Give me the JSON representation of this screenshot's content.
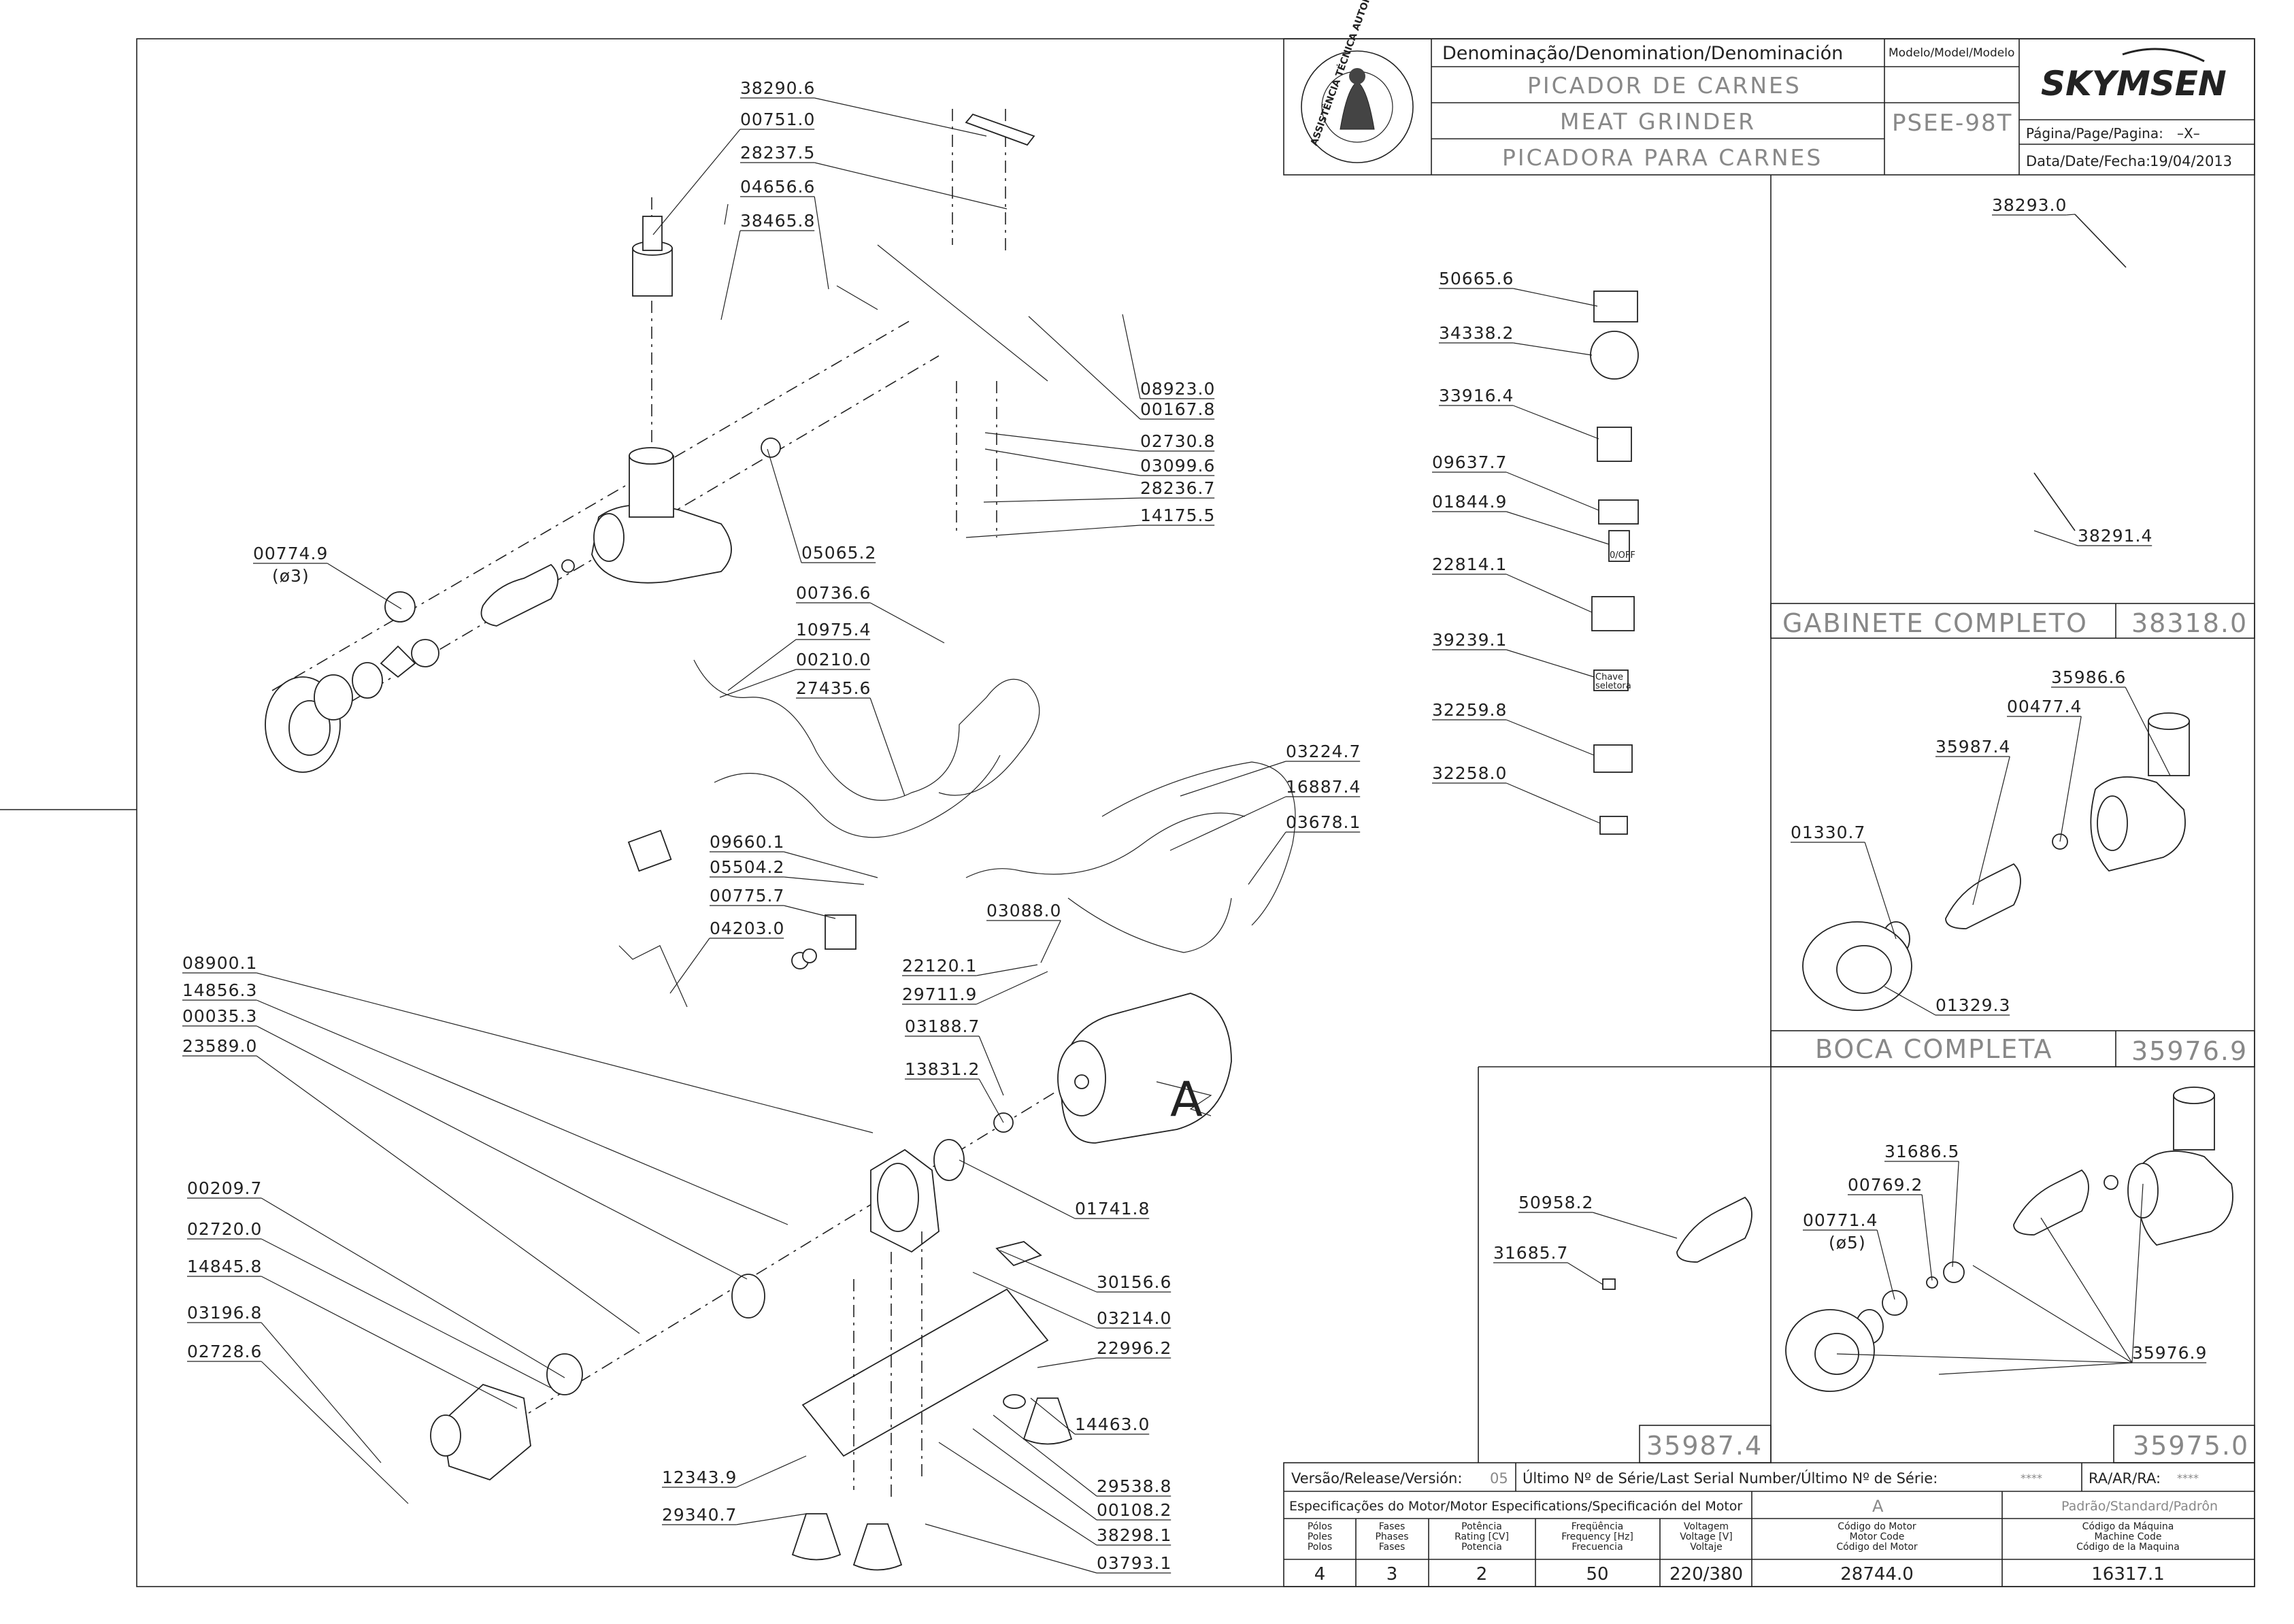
{
  "header": {
    "denomination_title": "Denominação/Denomination/Denominación",
    "name_pt": "PICADOR DE CARNES",
    "name_en": "MEAT GRINDER",
    "name_es": "PICADORA  PARA CARNES",
    "model_title": "Modelo/Model/Modelo",
    "model": "PSEE-98T",
    "brand": "SKYMSEN",
    "page_label": "Página/Page/Pagina:",
    "page_value": "–X–",
    "date_label": "Data/Date/Fecha:",
    "date_value": "19/04/2013",
    "seal_text": "ASSISTÊNCIA TÉCNICA AUTORIZADA"
  },
  "callouts": [
    {
      "id": "38290.6"
    },
    {
      "id": "00751.0"
    },
    {
      "id": "28237.5"
    },
    {
      "id": "04656.6"
    },
    {
      "id": "38465.8"
    },
    {
      "id": "08923.0"
    },
    {
      "id": "00167.8"
    },
    {
      "id": "02730.8"
    },
    {
      "id": "03099.6"
    },
    {
      "id": "28236.7"
    },
    {
      "id": "14175.5"
    },
    {
      "id": "05065.2"
    },
    {
      "id": "00774.9"
    },
    {
      "id": "00736.6"
    },
    {
      "id": "10975.4"
    },
    {
      "id": "00210.0"
    },
    {
      "id": "27435.6"
    },
    {
      "id": "03224.7"
    },
    {
      "id": "16887.4"
    },
    {
      "id": "03678.1"
    },
    {
      "id": "09660.1"
    },
    {
      "id": "05504.2"
    },
    {
      "id": "00775.7"
    },
    {
      "id": "04203.0"
    },
    {
      "id": "03088.0"
    },
    {
      "id": "22120.1"
    },
    {
      "id": "29711.9"
    },
    {
      "id": "03188.7"
    },
    {
      "id": "13831.2"
    },
    {
      "id": "08900.1"
    },
    {
      "id": "14856.3"
    },
    {
      "id": "00035.3"
    },
    {
      "id": "23589.0"
    },
    {
      "id": "01741.8"
    },
    {
      "id": "00209.7"
    },
    {
      "id": "02720.0"
    },
    {
      "id": "14845.8"
    },
    {
      "id": "03196.8"
    },
    {
      "id": "02728.6"
    },
    {
      "id": "30156.6"
    },
    {
      "id": "03214.0"
    },
    {
      "id": "22996.2"
    },
    {
      "id": "14463.0"
    },
    {
      "id": "12343.9"
    },
    {
      "id": "29340.7"
    },
    {
      "id": "29538.8"
    },
    {
      "id": "00108.2"
    },
    {
      "id": "38298.1"
    },
    {
      "id": "03793.1"
    }
  ],
  "qty_note": "(ø3)",
  "motor_letter": "A",
  "label_parts": [
    "50665.6",
    "34338.2",
    "33916.4",
    "09637.7",
    "01844.9",
    "22814.1",
    "39239.1",
    "32259.8",
    "32258.0"
  ],
  "label_tags": {
    "chave": "Chave",
    "seletora": "seletora",
    "stop": "0/OFF"
  },
  "gabinete": {
    "title": "GABINETE  COMPLETO",
    "code": "38318.0",
    "parts": [
      "38293.0",
      "38291.4"
    ]
  },
  "boca": {
    "title": "BOCA  COMPLETA",
    "code": "35976.9",
    "parts": [
      "35986.6",
      "00477.4",
      "35987.4",
      "01330.7",
      "01329.3"
    ]
  },
  "caracol": {
    "code": "35987.4",
    "parts": [
      "50958.2",
      "31685.7"
    ]
  },
  "kit": {
    "code": "35975.0",
    "parts": [
      "31686.5",
      "00769.2",
      "00771.4",
      "35976.9"
    ],
    "qty_note": "(ø5)"
  },
  "release": {
    "version_label": "Versão/Release/Versión:",
    "version_value": "05",
    "serial_label": "Último Nº de Série/Last Serial Number/Último Nº de Série:",
    "serial_value": "****",
    "ra_label": "RA/AR/RA:",
    "ra_value": "****"
  },
  "motor_spec": {
    "title": "Especificações do Motor/Motor Especifications/Specificación del Motor",
    "motor_letter": "A",
    "standard": "Padrão/Standard/Padrôn",
    "headers": [
      [
        "Pólos",
        "Poles",
        "Polos"
      ],
      [
        "Fases",
        "Phases",
        "Fases"
      ],
      [
        "Potência",
        "Rating [CV]",
        "Potencia"
      ],
      [
        "Freqüência",
        "Frequency [Hz]",
        "Frecuencia"
      ],
      [
        "Voltagem",
        "Voltage [V]",
        "Voltaje"
      ],
      [
        "Código do Motor",
        "Motor Code",
        "Código del Motor"
      ],
      [
        "Código da Máquina",
        "Machine Code",
        "Código de la Maquina"
      ]
    ],
    "values": [
      "4",
      "3",
      "2",
      "50",
      "220/380",
      "28744.0",
      "16317.1"
    ]
  }
}
